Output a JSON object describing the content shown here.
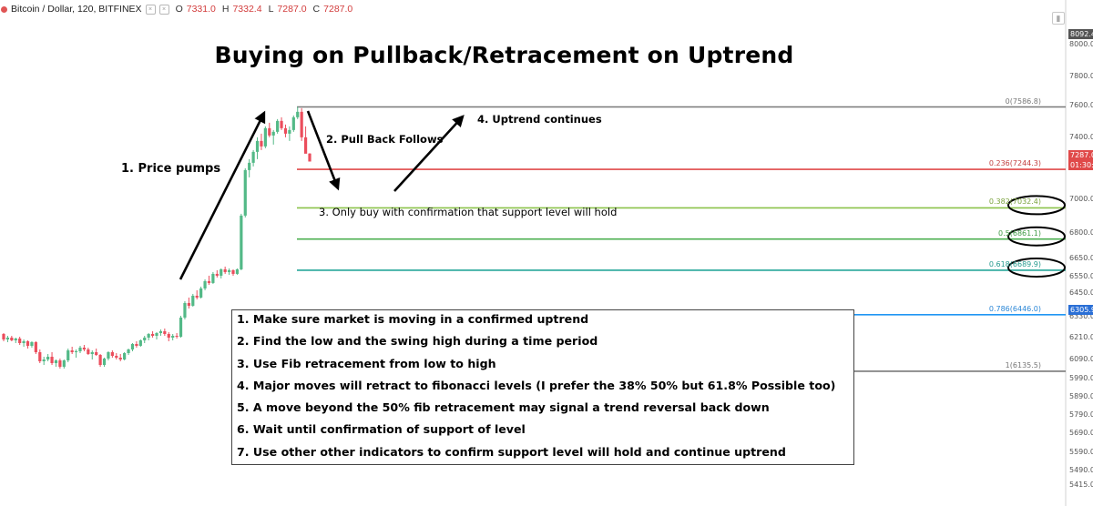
{
  "header": {
    "symbol": "Bitcoin / Dollar, 120, BITFINEX",
    "box_icons": [
      "×",
      "×"
    ],
    "ohlc": [
      {
        "key": "O",
        "value": "7331.0"
      },
      {
        "key": "H",
        "value": "7332.4"
      },
      {
        "key": "L",
        "value": "7287.0"
      },
      {
        "key": "C",
        "value": "7287.0"
      }
    ],
    "status_color": "#e05555",
    "value_color": "#d23c3c"
  },
  "title": "Buying on Pullback/Retracement on Uptrend",
  "annotations": {
    "price_pumps": "1. Price pumps",
    "pull_back": "2. Pull Back Follows",
    "confirmation": "3. Only buy with confirmation that support level will hold",
    "uptrend_continues": "4. Uptrend continues"
  },
  "fib_levels": [
    {
      "label": "0(7586.8)",
      "price": 7586.8,
      "color": "#787878"
    },
    {
      "label": "0.236(7244.3)",
      "price": 7244.3,
      "color": "#e04a4a"
    },
    {
      "label": "0.382(7032.4)",
      "price": 7032.4,
      "color": "#8bc34a",
      "circled": true
    },
    {
      "label": "0.5(6861.1)",
      "price": 6861.1,
      "color": "#4caf50",
      "circled": true
    },
    {
      "label": "0.618(6689.9)",
      "price": 6689.9,
      "color": "#26a69a",
      "circled": true
    },
    {
      "label": "0.786(6446.0)",
      "price": 6446.0,
      "color": "#2196f3"
    },
    {
      "label": "1(6135.5)",
      "price": 6135.5,
      "color": "#787878"
    }
  ],
  "price_axis": {
    "ticks": [
      "8000.0",
      "7800.0",
      "7600.0",
      "7400.0",
      "7000.0",
      "6800.0",
      "6650.0",
      "6550.0",
      "6450.0",
      "6330.0",
      "6210.0",
      "6090.0",
      "5990.0",
      "5890.0",
      "5790.0",
      "5690.0",
      "5590.0",
      "5490.0",
      "5415.0"
    ],
    "badges": [
      {
        "text": "8092.4",
        "color": "#555555"
      },
      {
        "text": "7287.0",
        "color": "#e04a4a"
      },
      {
        "text": "01:30:4",
        "color": "#e04a4a"
      },
      {
        "text": "6305.9",
        "color": "#2a6fd6"
      }
    ]
  },
  "steps": [
    "1. Make sure market is moving in a confirmed uptrend",
    "2. Find the low and the swing high during a time period",
    "3. Use Fib retracement from low to high",
    "4. Major moves will retract to fibonacci levels (I prefer the 38% 50% but 61.8% Possible too)",
    "5. A move beyond the 50% fib retracement may signal a trend reversal back down",
    "6. Wait until confirmation of support of level",
    "7. Use other other indicators to confirm support level will hold and continue uptrend"
  ],
  "candle_colors": {
    "up": "#53b987",
    "down": "#eb4d5c"
  },
  "candles": [
    [
      6340,
      6345,
      6300,
      6310
    ],
    [
      6310,
      6330,
      6295,
      6320
    ],
    [
      6320,
      6330,
      6300,
      6305
    ],
    [
      6305,
      6320,
      6290,
      6315
    ],
    [
      6315,
      6325,
      6280,
      6290
    ],
    [
      6290,
      6310,
      6270,
      6300
    ],
    [
      6300,
      6305,
      6260,
      6275
    ],
    [
      6275,
      6300,
      6265,
      6295
    ],
    [
      6295,
      6300,
      6230,
      6240
    ],
    [
      6240,
      6255,
      6180,
      6190
    ],
    [
      6190,
      6215,
      6170,
      6200
    ],
    [
      6200,
      6230,
      6190,
      6215
    ],
    [
      6215,
      6240,
      6170,
      6180
    ],
    [
      6180,
      6200,
      6160,
      6195
    ],
    [
      6195,
      6205,
      6150,
      6160
    ],
    [
      6160,
      6200,
      6150,
      6195
    ],
    [
      6195,
      6260,
      6185,
      6250
    ],
    [
      6250,
      6270,
      6230,
      6240
    ],
    [
      6240,
      6255,
      6210,
      6245
    ],
    [
      6245,
      6275,
      6235,
      6265
    ],
    [
      6265,
      6280,
      6245,
      6255
    ],
    [
      6255,
      6265,
      6225,
      6230
    ],
    [
      6230,
      6250,
      6200,
      6240
    ],
    [
      6240,
      6260,
      6220,
      6225
    ],
    [
      6225,
      6230,
      6160,
      6170
    ],
    [
      6170,
      6210,
      6160,
      6205
    ],
    [
      6205,
      6245,
      6195,
      6240
    ],
    [
      6240,
      6250,
      6210,
      6220
    ],
    [
      6220,
      6235,
      6200,
      6210
    ],
    [
      6210,
      6230,
      6190,
      6200
    ],
    [
      6200,
      6240,
      6195,
      6235
    ],
    [
      6235,
      6260,
      6225,
      6255
    ],
    [
      6255,
      6290,
      6245,
      6285
    ],
    [
      6285,
      6300,
      6265,
      6275
    ],
    [
      6275,
      6310,
      6270,
      6305
    ],
    [
      6305,
      6330,
      6290,
      6320
    ],
    [
      6320,
      6345,
      6305,
      6340
    ],
    [
      6340,
      6355,
      6320,
      6330
    ],
    [
      6330,
      6350,
      6310,
      6345
    ],
    [
      6345,
      6365,
      6330,
      6355
    ],
    [
      6355,
      6370,
      6330,
      6340
    ],
    [
      6340,
      6350,
      6300,
      6320
    ],
    [
      6320,
      6340,
      6305,
      6330
    ],
    [
      6330,
      6345,
      6315,
      6325
    ],
    [
      6325,
      6440,
      6320,
      6430
    ],
    [
      6430,
      6520,
      6420,
      6510
    ],
    [
      6510,
      6540,
      6480,
      6495
    ],
    [
      6495,
      6560,
      6490,
      6550
    ],
    [
      6550,
      6580,
      6530,
      6540
    ],
    [
      6540,
      6600,
      6535,
      6590
    ],
    [
      6590,
      6640,
      6580,
      6630
    ],
    [
      6630,
      6660,
      6610,
      6620
    ],
    [
      6620,
      6680,
      6615,
      6670
    ],
    [
      6670,
      6690,
      6650,
      6660
    ],
    [
      6660,
      6700,
      6645,
      6695
    ],
    [
      6695,
      6710,
      6670,
      6680
    ],
    [
      6680,
      6700,
      6665,
      6690
    ],
    [
      6690,
      6695,
      6660,
      6670
    ],
    [
      6670,
      6700,
      6665,
      6695
    ],
    [
      6695,
      7000,
      6690,
      6990
    ],
    [
      6990,
      7250,
      6980,
      7240
    ],
    [
      7240,
      7300,
      7200,
      7280
    ],
    [
      7280,
      7350,
      7260,
      7340
    ],
    [
      7340,
      7420,
      7300,
      7400
    ],
    [
      7400,
      7440,
      7350,
      7370
    ],
    [
      7370,
      7480,
      7360,
      7470
    ],
    [
      7470,
      7500,
      7420,
      7430
    ],
    [
      7430,
      7460,
      7380,
      7450
    ],
    [
      7450,
      7520,
      7440,
      7510
    ],
    [
      7510,
      7530,
      7460,
      7470
    ],
    [
      7470,
      7490,
      7420,
      7440
    ],
    [
      7440,
      7480,
      7400,
      7460
    ],
    [
      7460,
      7540,
      7450,
      7530
    ],
    [
      7530,
      7587,
      7520,
      7560
    ],
    [
      7560,
      7580,
      7400,
      7420
    ],
    [
      7420,
      7480,
      7380,
      7330
    ],
    [
      7331,
      7332.4,
      7287,
      7287
    ]
  ]
}
